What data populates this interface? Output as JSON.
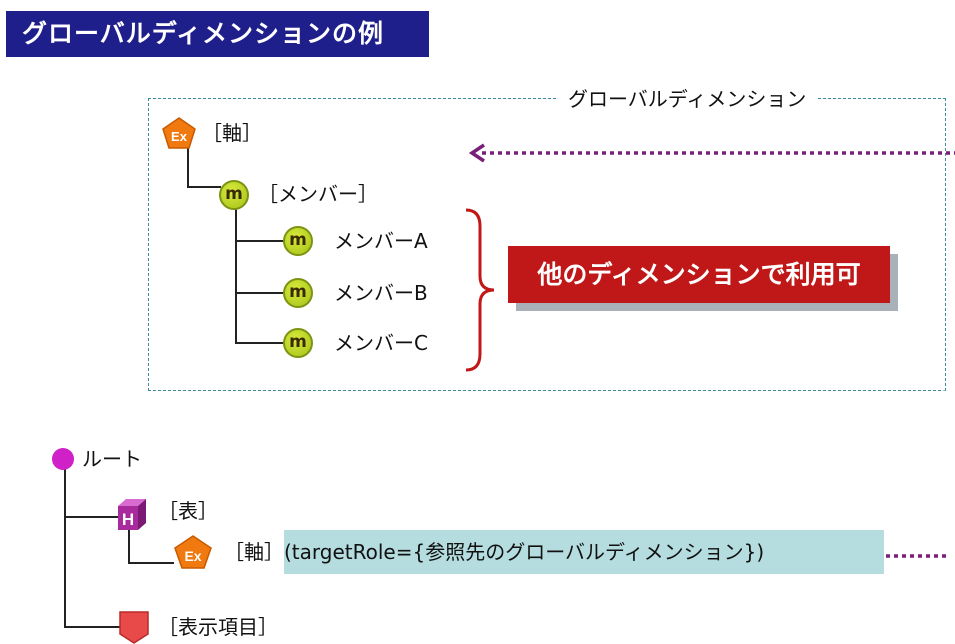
{
  "title": "グローバルディメンションの例",
  "global_box": {
    "label": "グローバルディメンション",
    "axis": {
      "badge": "Ex",
      "label": "［軸］"
    },
    "member": {
      "badge": "m",
      "label": "［メンバー］"
    },
    "children": [
      {
        "badge": "m",
        "label": "メンバーA"
      },
      {
        "badge": "m",
        "label": "メンバーB"
      },
      {
        "badge": "m",
        "label": "メンバーC"
      }
    ],
    "callout": "他のディメンションで利用可"
  },
  "tree": {
    "root": {
      "label": "ルート"
    },
    "table": {
      "badge": "H",
      "label": "［表］"
    },
    "axis": {
      "badge": "Ex",
      "label": "［軸］(targetRole={参照先のグローバルディメンション})"
    },
    "display": {
      "label": "［表示項目］"
    }
  },
  "colors": {
    "title_bg": "#1f1f8c",
    "callout_bg": "#c01818",
    "dotted_arrow": "#7a1f7a",
    "member_badge": "#b5cf22",
    "ex_badge": "#f07a10",
    "root_dot": "#d020c8",
    "highlight": "#b5dde0"
  }
}
